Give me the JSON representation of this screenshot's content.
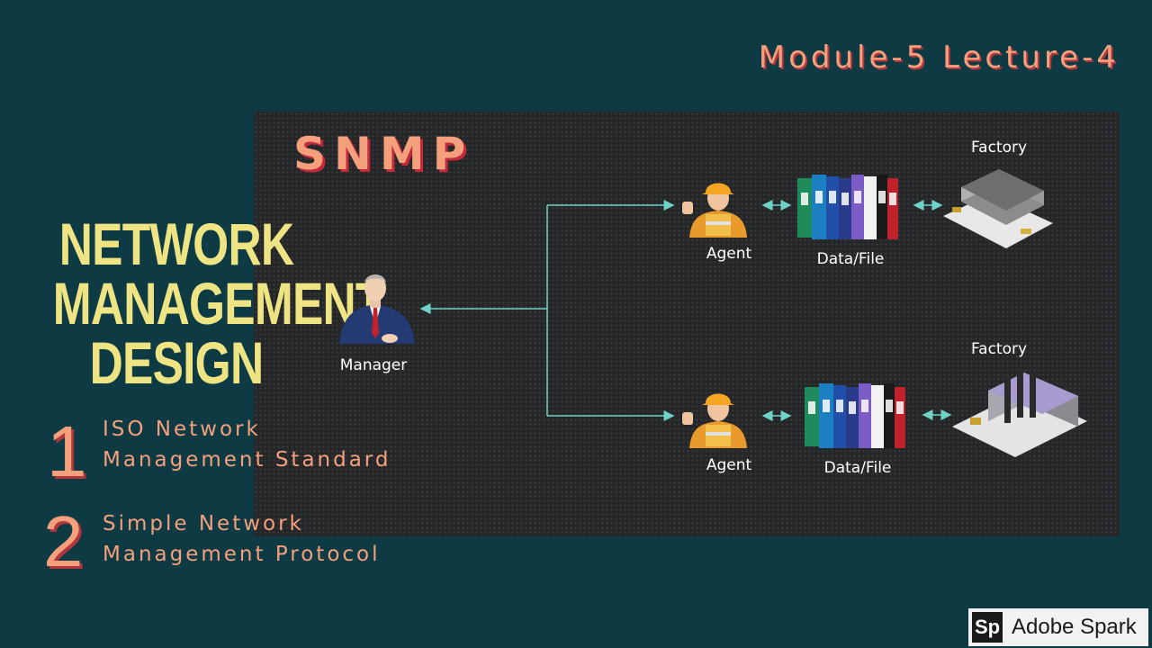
{
  "header": {
    "module": "Module-5 Lecture-4"
  },
  "slide": {
    "section": "SNMP",
    "title_lines": [
      "NETWORK",
      "MANAGEMENT",
      "DESIGN"
    ],
    "items": [
      {
        "number": "1",
        "line1": "ISO Network",
        "line2": "Management Standard"
      },
      {
        "number": "2",
        "line1": "Simple Network",
        "line2": "Management Protocol"
      }
    ]
  },
  "diagram": {
    "manager": "Manager",
    "agents": [
      {
        "agent": "Agent",
        "data": "Data/File",
        "factory": "Factory"
      },
      {
        "agent": "Agent",
        "data": "Data/File",
        "factory": "Factory"
      }
    ]
  },
  "watermark": {
    "icon": "Sp",
    "text": "Adobe Spark"
  },
  "colors": {
    "background": "#0e3a44",
    "accent": "#f4a07c",
    "title": "#efe484",
    "connector": "#6fd3c8"
  }
}
